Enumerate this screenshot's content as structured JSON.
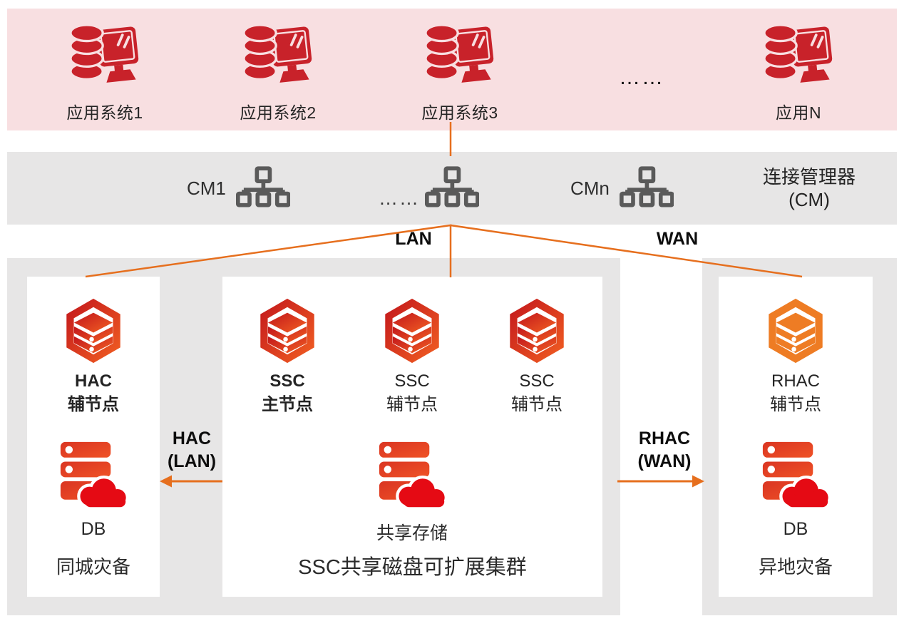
{
  "colors": {
    "pink_band": "#f8dfe1",
    "gray_band": "#e7e6e6",
    "app_icon_red": "#c8222a",
    "hex_gradient_start": "#c2161c",
    "hex_gradient_end": "#f26022",
    "rhac_orange": "#ee7c24",
    "storage_gradient_start": "#da3522",
    "storage_gradient_end": "#ef5226",
    "cloud_red": "#e50a14",
    "cm_icon_gray": "#5a5a5a",
    "line_orange": "#e66f1e"
  },
  "app_band": {
    "items": [
      {
        "label": "应用系统1"
      },
      {
        "label": "应用系统2"
      },
      {
        "label": "应用系统3"
      },
      {
        "label": "应用N"
      }
    ],
    "ellipsis": "……"
  },
  "cm_band": {
    "cm1": "CM1",
    "ellipsis": "……",
    "cmn": "CMn",
    "title_line1": "连接管理器",
    "title_line2": "(CM)"
  },
  "network": {
    "lan": "LAN",
    "wan": "WAN"
  },
  "links": {
    "hac": {
      "line1": "HAC",
      "line2": "(LAN)"
    },
    "rhac": {
      "line1": "RHAC",
      "line2": "(WAN)"
    }
  },
  "hac_box": {
    "node": {
      "line1": "HAC",
      "line2": "辅节点"
    },
    "storage": "DB",
    "caption": "同城灾备"
  },
  "ssc_box": {
    "nodes": [
      {
        "line1": "SSC",
        "line2": "主节点"
      },
      {
        "line1": "SSC",
        "line2": "辅节点"
      },
      {
        "line1": "SSC",
        "line2": "辅节点"
      }
    ],
    "storage": "共享存储",
    "caption": "SSC共享磁盘可扩展集群"
  },
  "rhac_box": {
    "node": {
      "line1": "RHAC",
      "line2": "辅节点"
    },
    "storage": "DB",
    "caption": "异地灾备"
  },
  "icons": {
    "app": "database-monitor-icon",
    "cm": "network-hierarchy-icon",
    "cluster_node": "hexagon-server-icon",
    "storage": "server-cloud-icon"
  }
}
